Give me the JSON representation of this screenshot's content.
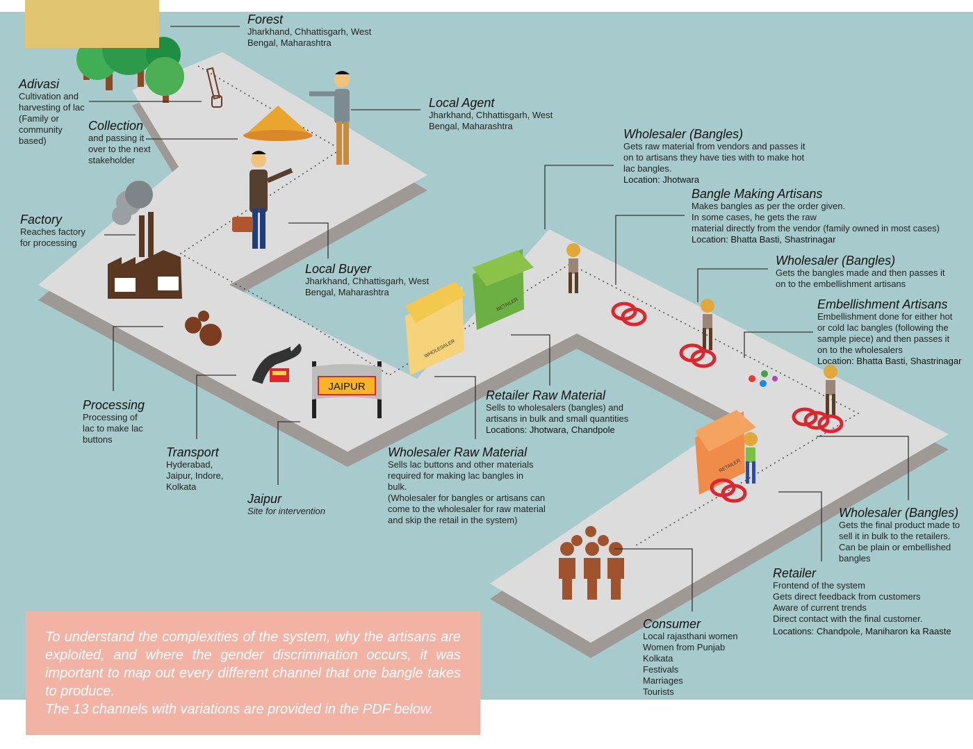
{
  "labels": {
    "forest": {
      "title": "Forest",
      "desc": "Jharkhand, Chhattisgarh, West\nBengal, Maharashtra"
    },
    "adivasi": {
      "title": "Adivasi",
      "desc": "Cultivation and\nharvesting of lac\n(Family or\ncommunity\nbased)"
    },
    "collection": {
      "title": "Collection",
      "desc": "and passing it\nover to the next\nstakeholder"
    },
    "local_agent": {
      "title": "Local Agent",
      "desc": "Jharkhand, Chhattisgarh, West\nBengal, Maharashtra"
    },
    "factory": {
      "title": "Factory",
      "desc": "Reaches factory\nfor processing"
    },
    "local_buyer": {
      "title": "Local Buyer",
      "desc": "Jharkhand, Chhattisgarh, West\nBengal, Maharashtra"
    },
    "processing": {
      "title": "Processing",
      "desc": "Processing of\nlac to make lac\nbuttons"
    },
    "transport": {
      "title": "Transport",
      "desc": "Hyderabad,\nJaipur, Indore,\nKolkata"
    },
    "jaipur": {
      "title": "Jaipur",
      "desc": "Site for intervention"
    },
    "wholesaler_raw": {
      "title": "Wholesaler Raw Material",
      "desc": "Sells lac buttons and other materials\nrequired for making lac bangles in\nbulk.\n(Wholesaler for bangles or artisans can\ncome to the wholesaler for raw material\nand skip the retail in the system)"
    },
    "retailer_raw": {
      "title": "Retailer Raw Material",
      "desc": "Sells to wholesalers (bangles) and\nartisans in bulk and small quantities",
      "location": "Locations: Jhotwara, Chandpole"
    },
    "wholesaler_bangles_1": {
      "title": "Wholesaler (Bangles)",
      "desc": "Gets raw material from vendors and passes it\non to artisans they have ties with to make hot\nlac bangles.",
      "location": "Location: Jhotwara"
    },
    "bangle_artisans": {
      "title": "Bangle Making Artisans",
      "desc": "Makes bangles as per the order given.\nIn some cases, he gets the raw\nmaterial directly from the vendor (family owned in most cases)",
      "location": "Location: Bhatta Basti, Shastrinagar"
    },
    "wholesaler_bangles_2": {
      "title": "Wholesaler (Bangles)",
      "desc": "Gets the bangles made and then passes it\non to the embellishment artisans"
    },
    "embellishment": {
      "title": "Embellishment Artisans",
      "desc": "Embellishment done for either hot\nor cold lac bangles (following the\nsample piece) and then passes it\non to the wholesalers",
      "location": "Location: Bhatta Basti, Shastrinagar"
    },
    "wholesaler_bangles_3": {
      "title": "Wholesaler (Bangles)",
      "desc": "Gets the final product made to\nsell it in bulk to the retailers.\nCan be plain or embellished\nbangles"
    },
    "retailer": {
      "title": "Retailer",
      "desc": "Frontend of the system\nGets direct feedback from customers\nAware of current trends\nDirect contact with the final customer.",
      "location": "Locations: Chandpole, Maniharon ka Raaste"
    },
    "consumer": {
      "title": "Consumer",
      "desc": "Local rajasthani women\nWomen from Punjab\nKolkata\nFestivals\nMarriages\nTourists"
    }
  },
  "signs": {
    "jaipur_gate": "JAIPUR",
    "stall_wholesaler": "WHOLESALER",
    "stall_retailer": "RETAILER"
  },
  "note": {
    "line1": "To understand the complexities of the system, why the artisans are exploited, and where the gender discrimination occurs, it was important to map out every different channel that one bangle takes to produce.",
    "line2": "The 13 channels with variations are provided in the PDF below."
  },
  "colors": {
    "background": "#a7cbcc",
    "path": "#dcdcdc",
    "note_box": "#f2b3a4",
    "gold_box": "#e2c571"
  }
}
